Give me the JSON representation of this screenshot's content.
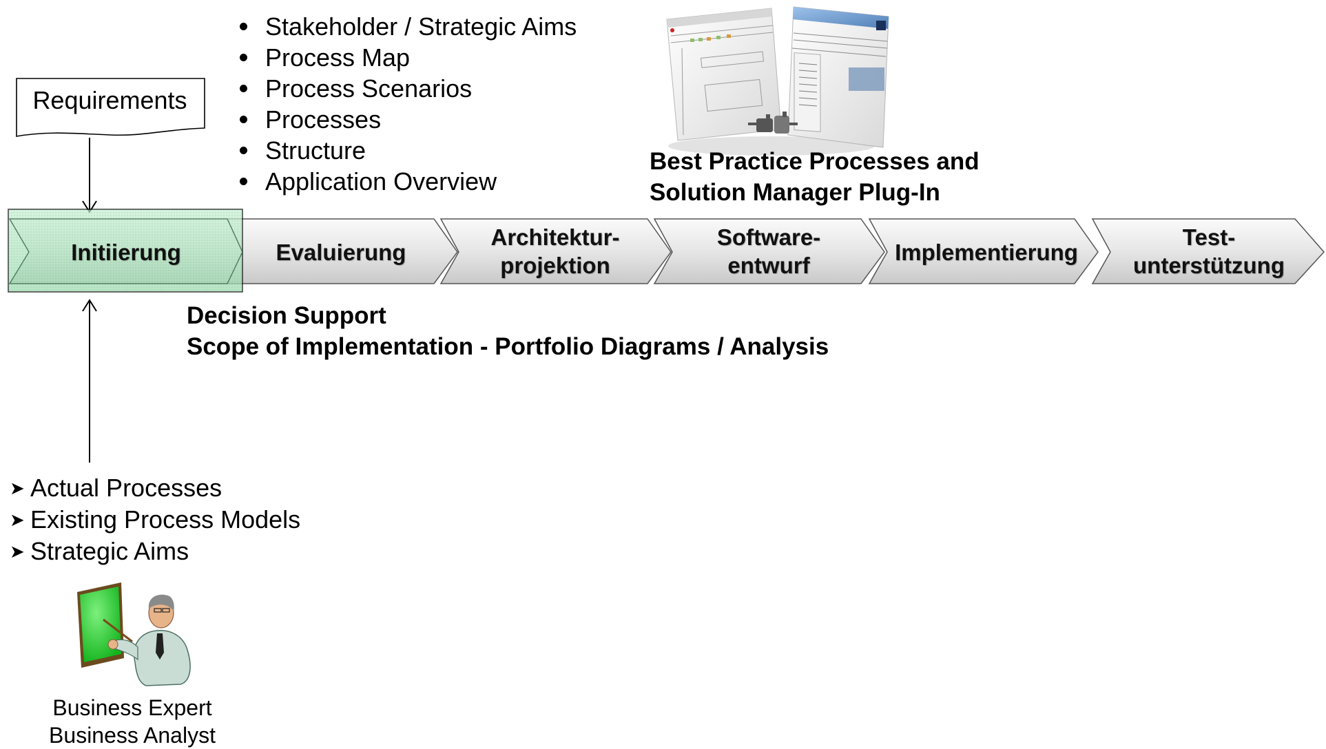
{
  "requirements": {
    "label": "Requirements"
  },
  "top_bullets": [
    "Stakeholder / Strategic Aims",
    "Process Map",
    "Process Scenarios",
    "Processes",
    "Structure",
    "Application Overview"
  ],
  "best_practice": {
    "line1": "Best Practice Processes and",
    "line2": "Solution Manager Plug-In"
  },
  "phases": [
    {
      "line1": "Initiierung",
      "line2": "",
      "highlighted": true
    },
    {
      "line1": "Evaluierung",
      "line2": ""
    },
    {
      "line1": "Architektur-",
      "line2": "projektion"
    },
    {
      "line1": "Software-",
      "line2": "entwurf"
    },
    {
      "line1": "Implementierung",
      "line2": ""
    },
    {
      "line1": "Test-",
      "line2": "unterstützung"
    }
  ],
  "decision_support": {
    "line1": "Decision Support",
    "line2": "Scope of Implementation - Portfolio Diagrams / Analysis"
  },
  "inputs": [
    "Actual Processes",
    "Existing Process Models",
    "Strategic Aims"
  ],
  "role": {
    "line1": "Business Expert",
    "line2": "Business Analyst"
  },
  "colors": {
    "highlight_green": "#b4e6c4",
    "highlight_border": "#000000",
    "chevron_light": "#f4f4f4",
    "chevron_dark": "#cfcfcf",
    "screen_green": "#2ecc40"
  }
}
